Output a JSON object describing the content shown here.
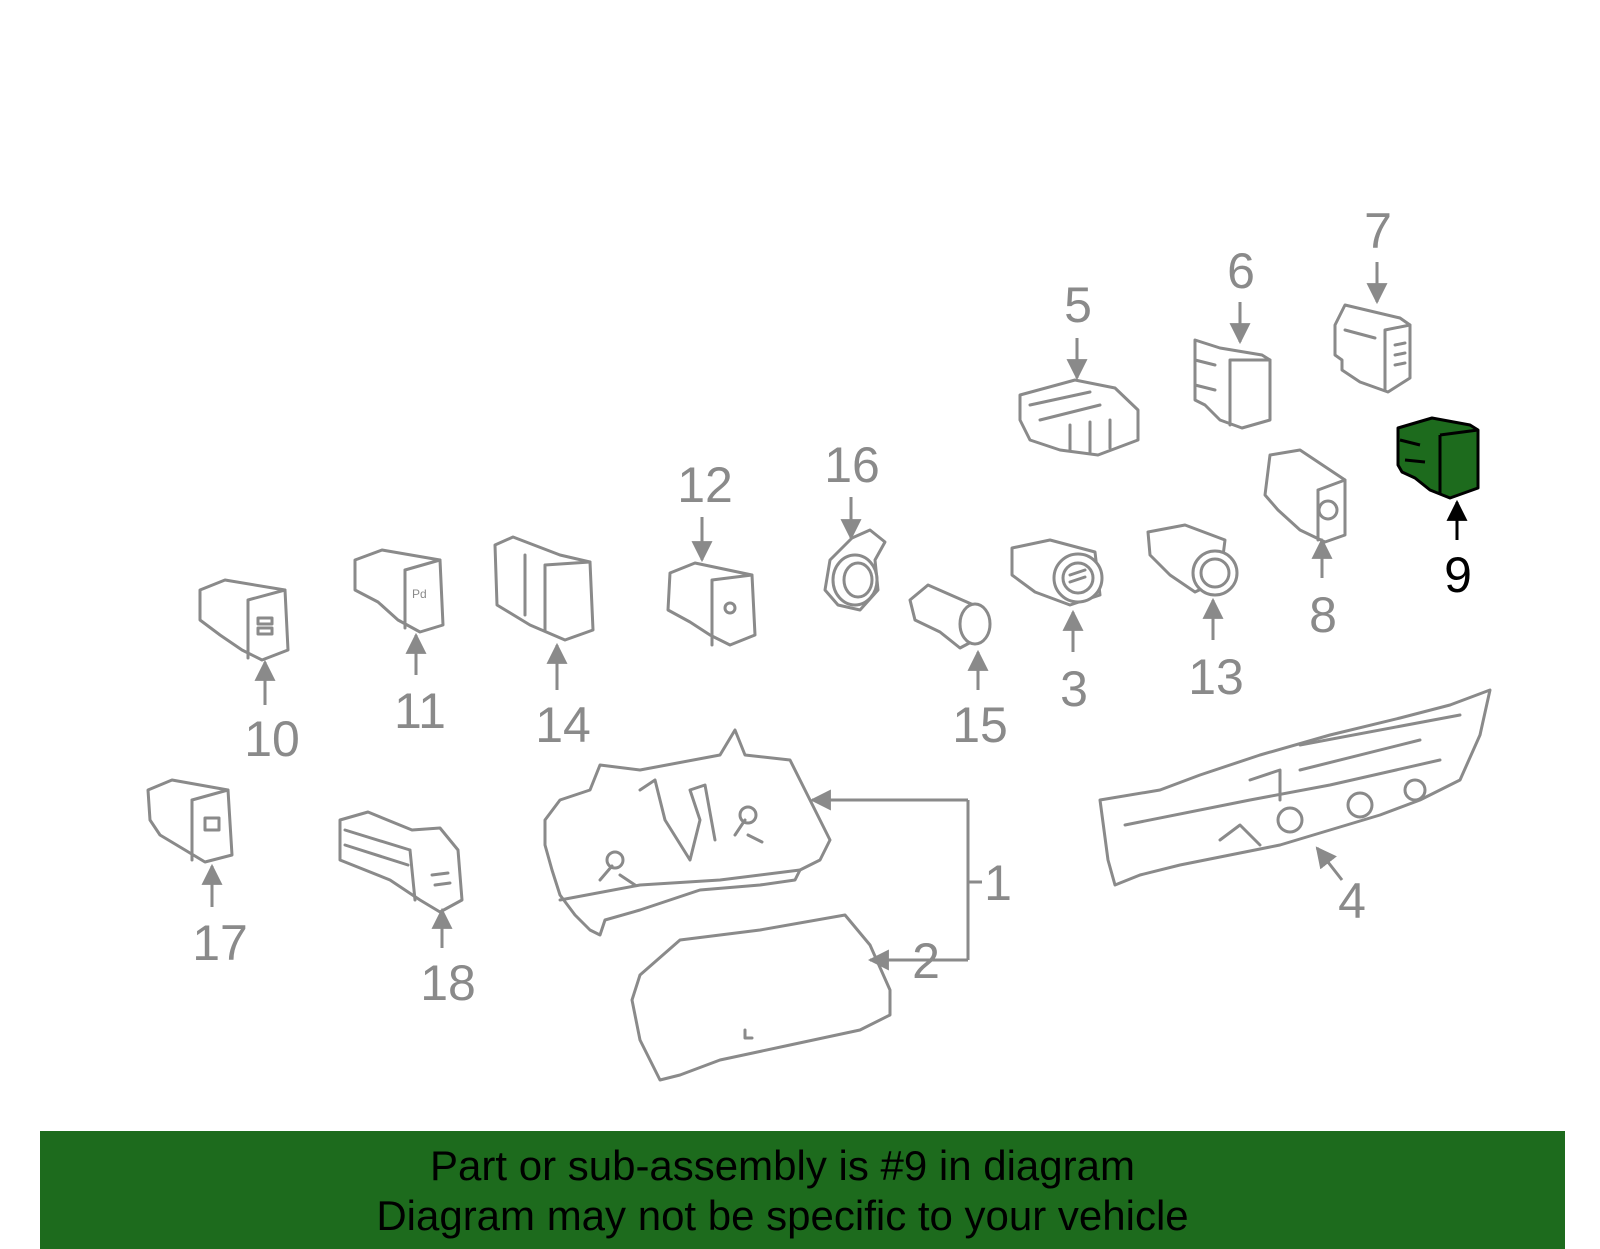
{
  "callouts": {
    "c1": "1",
    "c2": "2",
    "c3": "3",
    "c4": "4",
    "c5": "5",
    "c6": "6",
    "c7": "7",
    "c8": "8",
    "c9": "9",
    "c10": "10",
    "c11": "11",
    "c12": "12",
    "c13": "13",
    "c14": "14",
    "c15": "15",
    "c16": "16",
    "c17": "17",
    "c18": "18"
  },
  "highlighted_part": "9",
  "colors": {
    "highlight": "#1d6b1d",
    "part_outline": "#8a8a8a",
    "highlight_outline": "#000000",
    "background": "#ffffff"
  },
  "banner": {
    "line1": "Part or sub-assembly is #9 in diagram",
    "line2": "Diagram may not be specific to your vehicle"
  }
}
